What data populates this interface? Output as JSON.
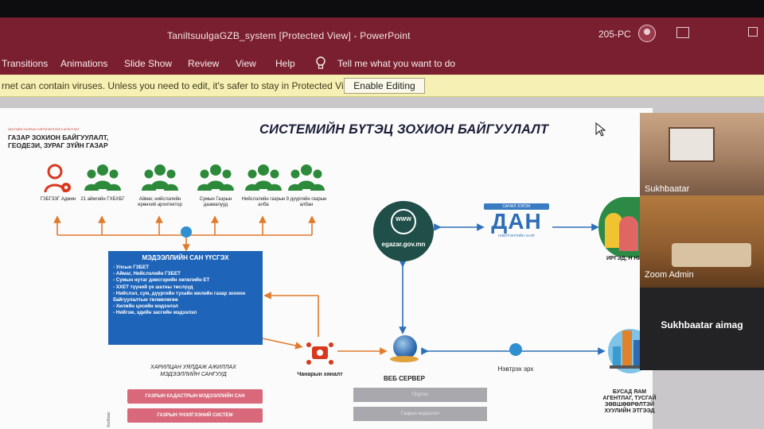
{
  "window": {
    "title": "TaniltsuulgaGZB_system [Protected View] - PowerPoint",
    "pc_name": "205-PC"
  },
  "ribbon": {
    "tabs": [
      "Transitions",
      "Animations",
      "Slide Show",
      "Review",
      "View",
      "Help"
    ],
    "tell_me": "Tell me what you want to do"
  },
  "protected_view": {
    "message": "rnet can contain viruses. Unless you need to edit, it's safer to stay in Protected View.",
    "button": "Enable Editing"
  },
  "slide": {
    "org_banner": "ЗАСГИЙН ГАЗРЫН ХЭРЭГЖҮҮЛЭГЧ АГЕНТЛАГ",
    "org_name": "ГАЗАР ЗОХИОН БАЙГУУЛАЛТ, ГЕОДЕЗИ, ЗУРАГ ЗҮЙН ГАЗАР",
    "title": "СИСТЕМИЙН БҮТЭЦ ЗОХИОН БАЙГУУЛАЛТ",
    "nodes": [
      {
        "label": "ГЗБГЗЗГ Админ",
        "icon": "admin-gear-icon"
      },
      {
        "label": "21 аймгийн ГХБХБГ",
        "icon": "group-icon"
      },
      {
        "label": "Аймаг, нийслэлийн ерөнхий архитектор",
        "icon": "group-icon"
      },
      {
        "label": "Сумын Газрын даамалууд",
        "icon": "group-icon"
      },
      {
        "label": "Нийслэлийн газрын алба",
        "icon": "group-icon"
      },
      {
        "label": "9 дүүргийн газрын албан",
        "icon": "group-icon"
      }
    ],
    "infobox": {
      "heading": "МЭДЭЭЛЛИЙН САН ҮҮСГЭХ",
      "items": [
        "- Улсын ГЗБЕТ",
        "- Аймаг, Нийслэлийн ГЗБЕТ",
        "- Сумын нутаг дэвсгэрийн хөгжлийн ЕТ",
        "- ХХЕТ түүний үе шатны төслүүд",
        "- Нийслэл, сум, дүүргийн тухайн жилийн газар зохион байгуулалтын төлөвлөгөө",
        "- Хилийн цэсийн мэдээлэл",
        "- Нийгэм, эдийн засгийн мэдээлэл"
      ]
    },
    "web_globe": {
      "www": "WWW",
      "domain": "egazar.gov.mn"
    },
    "dan": {
      "top": "САНАЛ ХЭЛЭХ",
      "main": "ДАН",
      "bottom": "НЭВТРЭЛТИЙН ХАЯГ"
    },
    "citizens_label": "ИРГЭД, Н НИЙ",
    "quality_label": "Чанарын хяналт",
    "web_server_label": "ВЕБ СЕРВЕР",
    "login_label": "Нэвтрэх эрх",
    "agencies_label": "БУСАД ЯАМ АГЕНТЛАГ, ТУСГАЙ ЗӨВШӨӨРӨЛТЭЙ ХУУЛИЙН ЭТГЭЭД",
    "db_heading": "ХАРИЛЦАН УЯЛДАЖ АЖИЛЛАХ МЭДЭЭЛЛИЙН САНГУУД",
    "db_side": "Холбоос",
    "databases": [
      "ГАЗРЫН КАДАСТРЫН МЭДЭЭЛЛИЙН САН",
      "ГАЗРЫН ҮНЭЛГЭЭНИЙ СИСТЕМ"
    ],
    "grey_items": [
      "Портал",
      "Газрын мэдээлэл"
    ]
  },
  "zoom": {
    "participant1": "Sukhbaatar",
    "participant2": "Zoom Admin",
    "participant3": "Sukhbaatar aimag"
  },
  "colors": {
    "ribbon": "#7a1f2f",
    "protected_bar": "#f7f0b4",
    "infobox": "#1e64b8",
    "group_icon": "#2d8a3a",
    "arrow_orange": "#e07b2c",
    "arrow_blue": "#2d6fb8"
  }
}
